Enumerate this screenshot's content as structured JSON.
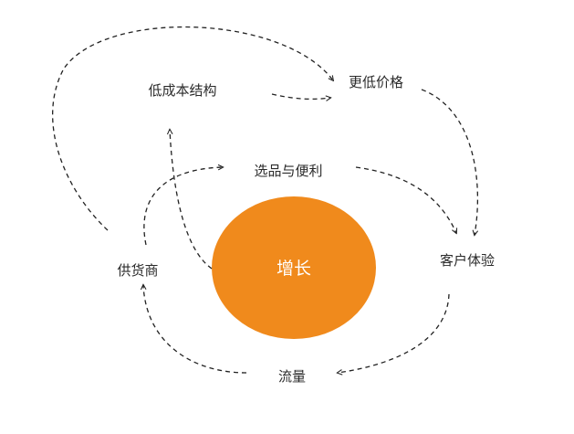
{
  "colors": {
    "center_fill": "#f08a1c",
    "center_text": "#ffffff",
    "label_text": "#2b2b2b",
    "arrow": "#222222",
    "background": "#ffffff"
  },
  "center": {
    "label": "增长"
  },
  "nodes": {
    "low_cost": "低成本结构",
    "lower_price": "更低价格",
    "selection": "选品与便利",
    "customer_experience": "客户体验",
    "traffic": "流量",
    "suppliers": "供货商"
  }
}
